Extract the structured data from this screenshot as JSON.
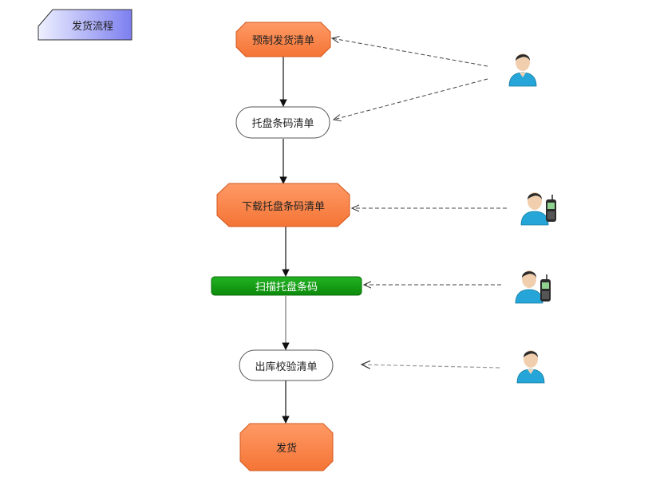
{
  "title": "发货流程",
  "steps": [
    {
      "label": "预制发货清单",
      "shape": "octagon"
    },
    {
      "label": "托盘条码清单",
      "shape": "rounded"
    },
    {
      "label": "下载托盘条码清单",
      "shape": "octagon"
    },
    {
      "label": "扫描托盘条码",
      "shape": "bar"
    },
    {
      "label": "出库校验清单",
      "shape": "rounded"
    },
    {
      "label": "发货",
      "shape": "octagon"
    }
  ],
  "actors": [
    {
      "icon": "person-icon"
    },
    {
      "icon": "person-with-phone-icon"
    },
    {
      "icon": "person-with-phone-icon"
    },
    {
      "icon": "person-icon"
    }
  ],
  "colors": {
    "octagon_fill": "#f9804a",
    "octagon_stroke": "#d2581e",
    "bar_fill": "#11a011",
    "bar_stroke": "#0b6e0b",
    "badge_fill_start": "#dfe4ff",
    "badge_fill_end": "#8b8cf2"
  }
}
